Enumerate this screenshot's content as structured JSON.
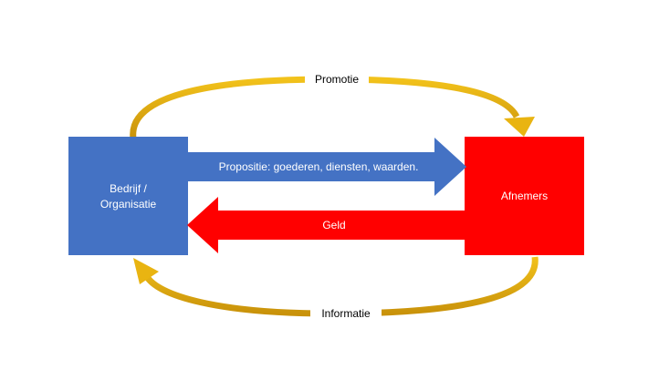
{
  "colors": {
    "company_box": "#4472c4",
    "customers_box": "#ff0000",
    "proposition_arrow": "#4472c4",
    "money_arrow": "#ff0000",
    "loop_arrows": "#e3ac0b"
  },
  "company": {
    "label_line1": "Bedrijf /",
    "label_line2": "Organisatie"
  },
  "customers": {
    "label": "Afnemers"
  },
  "proposition": {
    "label": "Propositie: goederen, diensten, waarden."
  },
  "money": {
    "label": "Geld"
  },
  "promotion": {
    "label": "Promotie"
  },
  "information": {
    "label": "Informatie"
  }
}
